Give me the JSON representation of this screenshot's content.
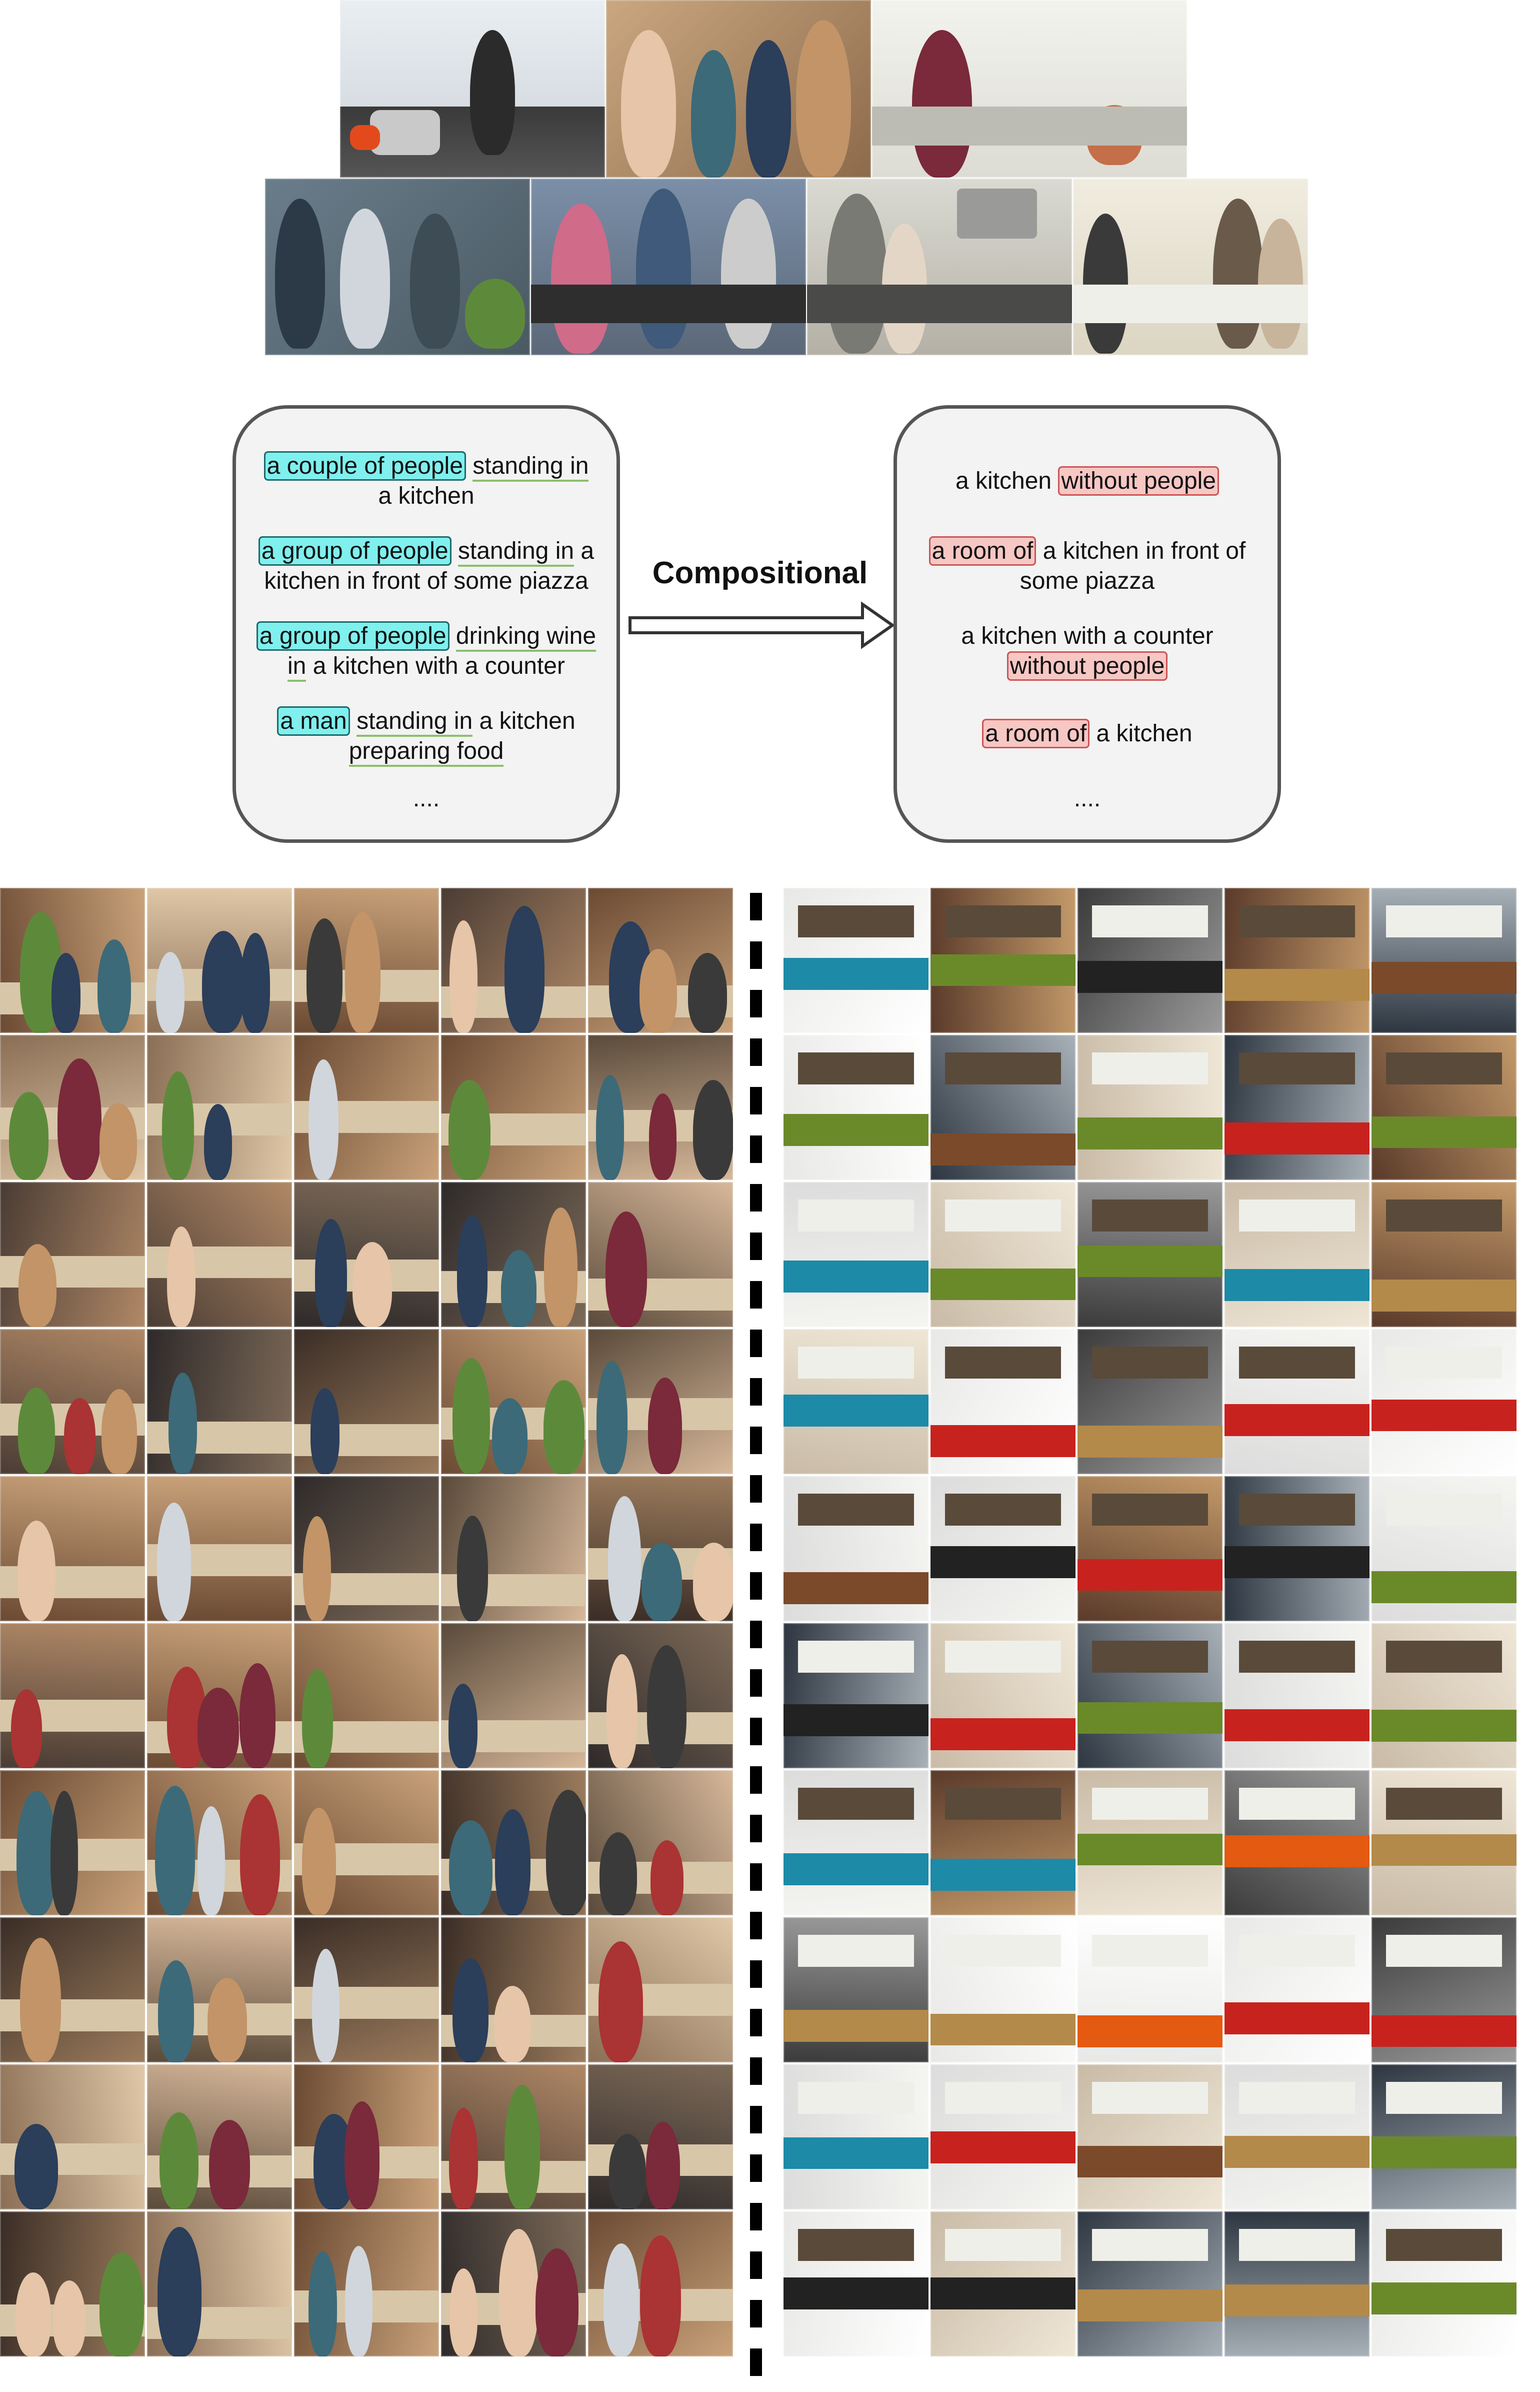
{
  "compositional_label": "Compositional",
  "left_captions": [
    {
      "parts": [
        {
          "t": "a couple of people",
          "s": "cyan"
        },
        {
          "t": " ",
          "s": ""
        },
        {
          "t": "standing in",
          "s": "green"
        },
        {
          "t": " a kitchen",
          "s": ""
        }
      ]
    },
    {
      "parts": [
        {
          "t": "a group of people",
          "s": "cyan"
        },
        {
          "t": " ",
          "s": ""
        },
        {
          "t": "standing in",
          "s": "green"
        },
        {
          "t": " a kitchen in front of some piazza",
          "s": ""
        }
      ]
    },
    {
      "parts": [
        {
          "t": "a group of people",
          "s": "cyan"
        },
        {
          "t": " ",
          "s": ""
        },
        {
          "t": "drinking wine in",
          "s": "green"
        },
        {
          "t": " a kitchen with a counter",
          "s": ""
        }
      ]
    },
    {
      "parts": [
        {
          "t": "a man",
          "s": "cyan"
        },
        {
          "t": " ",
          "s": ""
        },
        {
          "t": "standing in",
          "s": "green"
        },
        {
          "t": " a kitchen ",
          "s": ""
        },
        {
          "t": "preparing food",
          "s": "green"
        }
      ]
    }
  ],
  "left_ellipsis": "....",
  "right_captions": [
    {
      "parts": [
        {
          "t": "a kitchen ",
          "s": ""
        },
        {
          "t": "without people",
          "s": "red"
        }
      ]
    },
    {
      "parts": [
        {
          "t": "a room of",
          "s": "red"
        },
        {
          "t": " a kitchen in front of some piazza",
          "s": ""
        }
      ]
    },
    {
      "parts": [
        {
          "t": "a kitchen with a counter ",
          "s": ""
        },
        {
          "t": "without people",
          "s": "red"
        }
      ]
    },
    {
      "parts": [
        {
          "t": "a room of",
          "s": "red"
        },
        {
          "t": " a kitchen",
          "s": ""
        }
      ]
    }
  ],
  "right_ellipsis": "....",
  "colors": {
    "cyan": "#7ff0ee",
    "red": "#f7c7c4",
    "green_underline": "#8bbf6a",
    "card_border": "#555555"
  }
}
